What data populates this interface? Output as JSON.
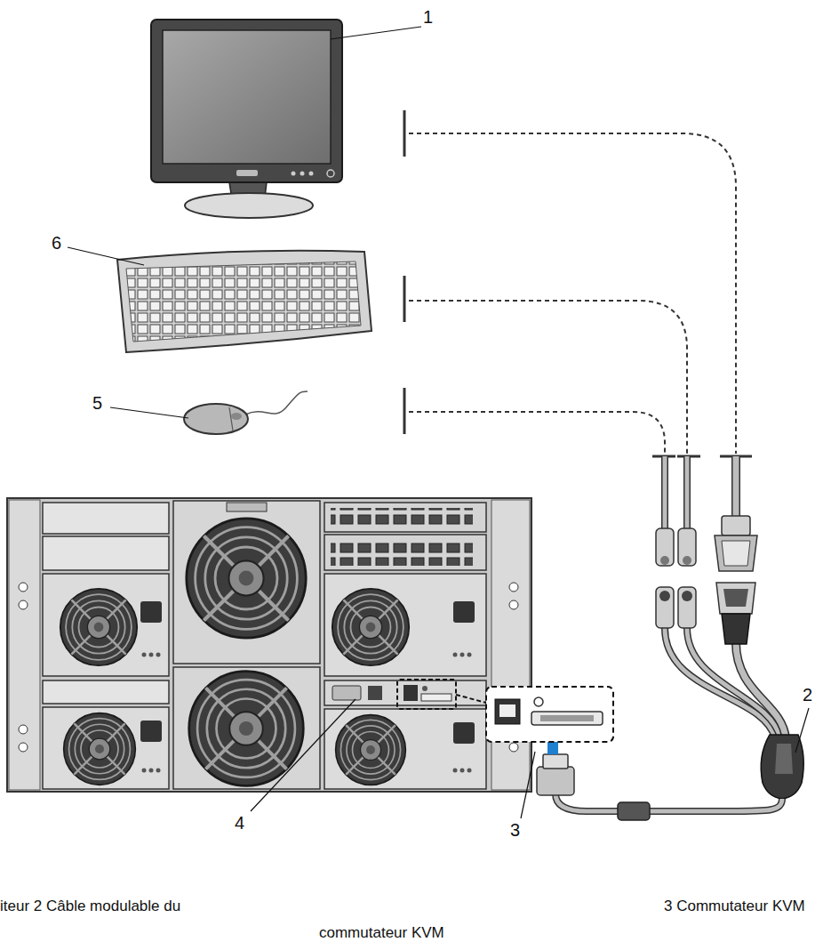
{
  "diagram": {
    "labels": [
      "1",
      "6",
      "5",
      "2",
      "4",
      "3",
      "iteur 2 Câble modulable du",
      "commutateur KVM",
      "3 Commutateur KVM"
    ]
  }
}
